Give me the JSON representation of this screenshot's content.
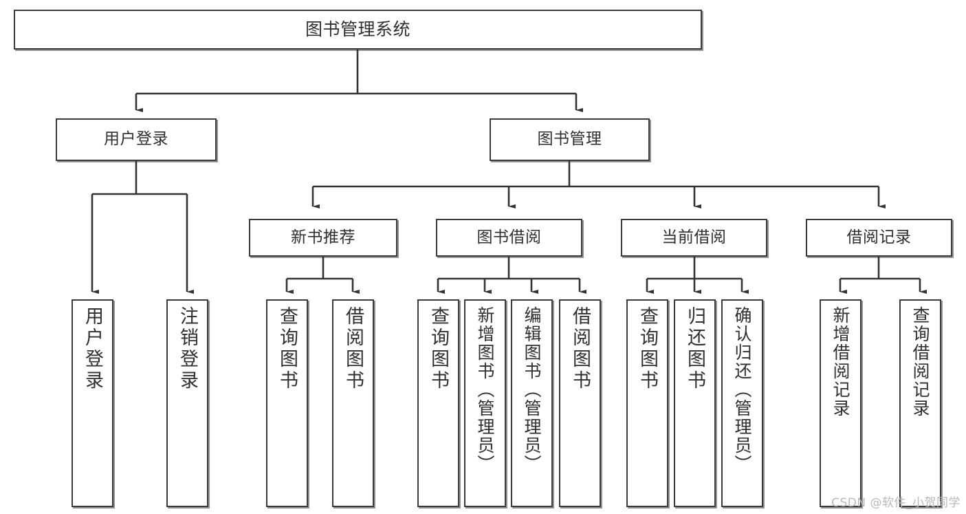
{
  "diagram": {
    "title": "图书管理系统",
    "type": "tree-hierarchy-chart",
    "root": {
      "label": "图书管理系统"
    },
    "level2": [
      {
        "label": "用户登录"
      },
      {
        "label": "图书管理"
      }
    ],
    "level3": [
      {
        "label": "新书推荐"
      },
      {
        "label": "图书借阅"
      },
      {
        "label": "当前借阅"
      },
      {
        "label": "借阅记录"
      }
    ],
    "leaves": {
      "user_login": [
        {
          "label": "用户登录"
        },
        {
          "label": "注销登录"
        }
      ],
      "new_book_recommend": [
        {
          "label": "查询图书"
        },
        {
          "label": "借阅图书"
        }
      ],
      "book_borrow": [
        {
          "label": "查询图书"
        },
        {
          "label": "新增图书（管理员）"
        },
        {
          "label": "编辑图书（管理员）"
        },
        {
          "label": "借阅图书"
        }
      ],
      "current_borrow": [
        {
          "label": "查询图书"
        },
        {
          "label": "归还图书"
        },
        {
          "label": "确认归还（管理员）"
        }
      ],
      "borrow_record": [
        {
          "label": "新增借阅记录"
        },
        {
          "label": "查询借阅记录"
        }
      ]
    }
  },
  "watermark": {
    "text": "CSDN @软件_小贺同学"
  },
  "colors": {
    "box_border": "#3a3a3a",
    "box_fill": "#ffffff",
    "text": "#2f2f2f",
    "connector": "#333333",
    "watermark": "#b9b9b9"
  }
}
